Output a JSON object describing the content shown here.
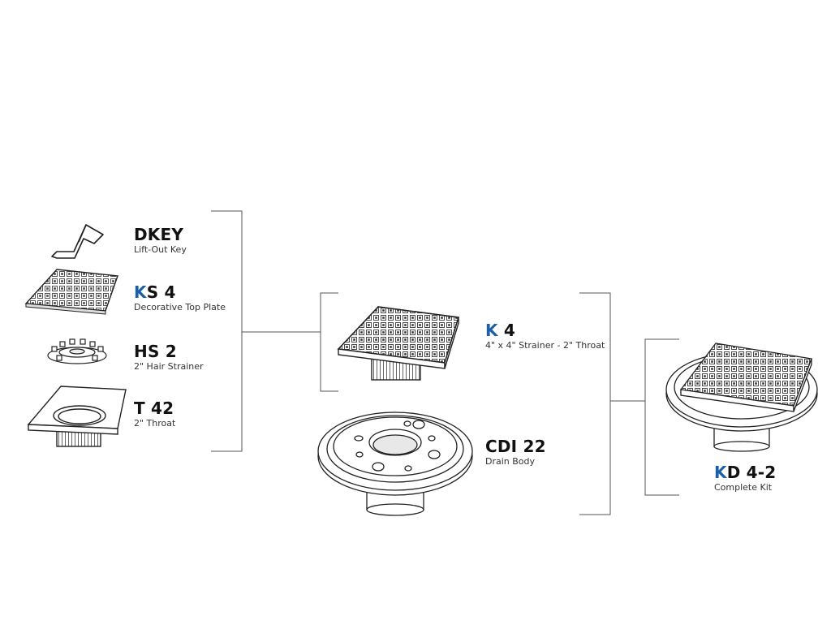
{
  "colors": {
    "accent": "#1b5fa8",
    "ink": "#111111",
    "line": "#333333"
  },
  "parts": {
    "dkey": {
      "code": "DKEY",
      "desc": "Lift-Out Key"
    },
    "ks4": {
      "code_accent": "K",
      "code_rest": "S 4",
      "desc": "Decorative Top Plate"
    },
    "hs2": {
      "code": "HS 2",
      "desc": "2\" Hair Strainer"
    },
    "t42": {
      "code": "T 42",
      "desc": "2\" Throat"
    },
    "k4": {
      "code_accent": "K",
      "code_rest": " 4",
      "desc": "4\" x 4\" Strainer - 2\" Throat"
    },
    "cdi22": {
      "code": "CDI 22",
      "desc": "Drain Body"
    },
    "kd42": {
      "code_accent": "K",
      "code_rest": "D 4-2",
      "desc": "Complete Kit"
    }
  }
}
